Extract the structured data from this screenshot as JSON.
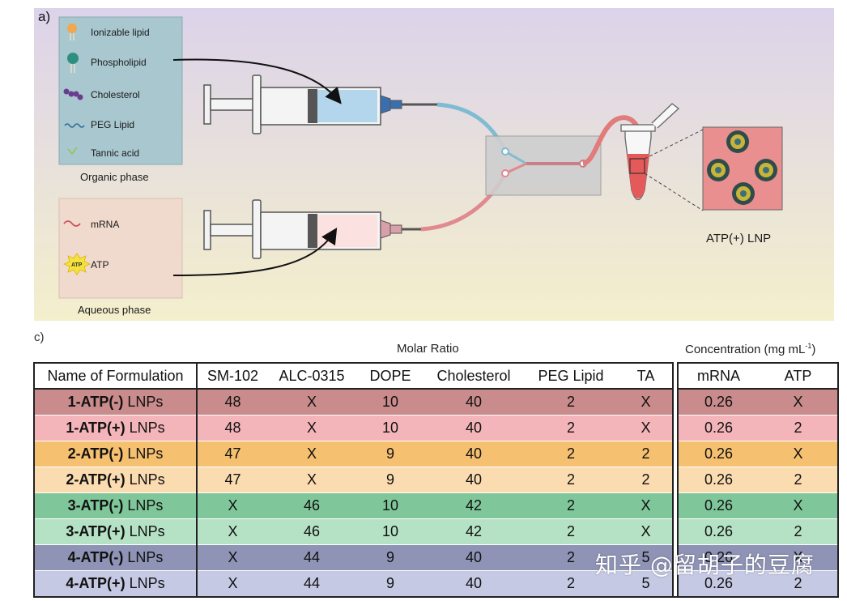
{
  "panel_a": {
    "label": "a)",
    "organic_box": {
      "items": [
        "Ionizable lipid",
        "Phospholipid",
        "Cholesterol",
        "PEG Lipid",
        "Tannic acid"
      ],
      "caption": "Organic phase"
    },
    "aqueous_box": {
      "items": [
        "mRNA",
        "ATP"
      ],
      "atp_badge": "ATP",
      "caption": "Aqueous phase"
    },
    "product_label": "ATP(+) LNP",
    "colors": {
      "bg_top": "#dcd3ea",
      "bg_bottom": "#f3eec9",
      "organic_box": "#a9c7cf",
      "aqueous_box": "#f0d9cd",
      "organic_fluid": "#b4d6ec",
      "aqueous_fluid": "#fbe1e0",
      "red_tube": "#e07c7c",
      "blue_tube": "#7fbbd1",
      "lnp_bg": "#e98f8f"
    }
  },
  "panel_c": {
    "label": "c)",
    "header_molar": "Molar Ratio",
    "header_conc": "Concentration (mg mL",
    "header_conc_sup": "-1",
    "header_conc_end": ")",
    "columns": [
      "Name of Formulation",
      "SM-102",
      "ALC-0315",
      "DOPE",
      "Cholesterol",
      "PEG Lipid",
      "TA",
      "mRNA",
      "ATP"
    ],
    "rows": [
      {
        "name_bold": "1-ATP(-)",
        "name_rest": " LNPs",
        "sm102": "48",
        "alc0315": "X",
        "dope": "10",
        "chol": "40",
        "peg": "2",
        "ta": "X",
        "mrna": "0.26",
        "atp": "X",
        "color": "#c98b8b"
      },
      {
        "name_bold": "1-ATP(+)",
        "name_rest": " LNPs",
        "sm102": "48",
        "alc0315": "X",
        "dope": "10",
        "chol": "40",
        "peg": "2",
        "ta": "X",
        "mrna": "0.26",
        "atp": "2",
        "color": "#f3b5b9"
      },
      {
        "name_bold": "2-ATP(-)",
        "name_rest": " LNPs",
        "sm102": "47",
        "alc0315": "X",
        "dope": "9",
        "chol": "40",
        "peg": "2",
        "ta": "2",
        "mrna": "0.26",
        "atp": "X",
        "color": "#f5c070"
      },
      {
        "name_bold": "2-ATP(+)",
        "name_rest": " LNPs",
        "sm102": "47",
        "alc0315": "X",
        "dope": "9",
        "chol": "40",
        "peg": "2",
        "ta": "2",
        "mrna": "0.26",
        "atp": "2",
        "color": "#fbdcb0"
      },
      {
        "name_bold": "3-ATP(-)",
        "name_rest": " LNPs",
        "sm102": "X",
        "alc0315": "46",
        "dope": "10",
        "chol": "42",
        "peg": "2",
        "ta": "X",
        "mrna": "0.26",
        "atp": "X",
        "color": "#7fc79a"
      },
      {
        "name_bold": "3-ATP(+)",
        "name_rest": " LNPs",
        "sm102": "X",
        "alc0315": "46",
        "dope": "10",
        "chol": "42",
        "peg": "2",
        "ta": "X",
        "mrna": "0.26",
        "atp": "2",
        "color": "#b5e2c5"
      },
      {
        "name_bold": "4-ATP(-)",
        "name_rest": " LNPs",
        "sm102": "X",
        "alc0315": "44",
        "dope": "9",
        "chol": "40",
        "peg": "2",
        "ta": "5",
        "mrna": "0.26",
        "atp": "X",
        "color": "#8f93b5"
      },
      {
        "name_bold": "4-ATP(+)",
        "name_rest": " LNPs",
        "sm102": "X",
        "alc0315": "44",
        "dope": "9",
        "chol": "40",
        "peg": "2",
        "ta": "5",
        "mrna": "0.26",
        "atp": "2",
        "color": "#c6c9e4"
      }
    ]
  },
  "watermark": "知乎 @留胡子的豆腐"
}
